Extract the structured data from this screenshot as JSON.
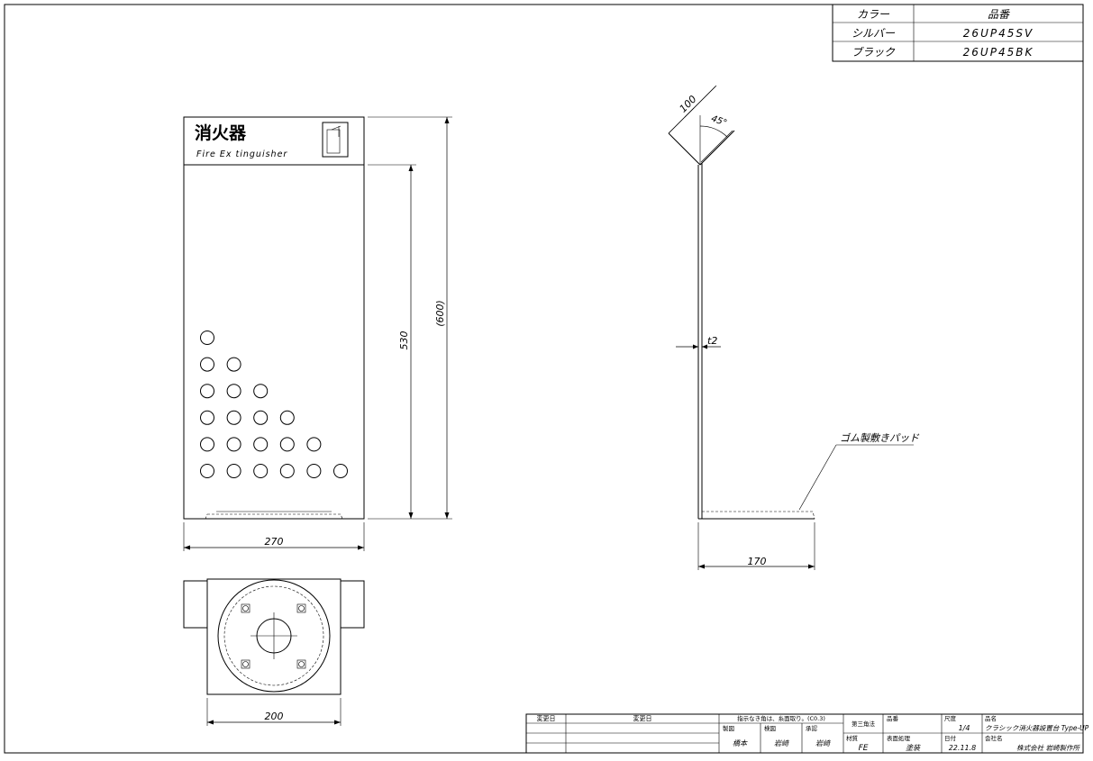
{
  "color_table": {
    "header_color": "カラー",
    "header_part": "品番",
    "rows": [
      {
        "color": "シルバー",
        "part": "26UP45SV"
      },
      {
        "color": "ブラック",
        "part": "26UP45BK"
      }
    ]
  },
  "front": {
    "title": "消火器",
    "subtitle": "Fire Ex tinguisher",
    "dim_width": "270",
    "dim_530": "530",
    "dim_600": "(600)"
  },
  "side": {
    "dim_100": "100",
    "dim_angle": "45°",
    "dim_t": "t2",
    "pad_label": "ゴム製敷きパッド",
    "dim_170": "170"
  },
  "bottom": {
    "dim_200": "200"
  },
  "title_block": {
    "change_date": "変更日",
    "change_note": "変更日",
    "tolerance_note": "指示なき角は、糸面取り。(C0.3)",
    "drawn_label": "製図",
    "checked_label": "検図",
    "approved_label": "承認",
    "drawn_by": "橋本",
    "checked_by": "岩崎",
    "approved_by": "岩崎",
    "projection": "第三角法",
    "material_label": "材質",
    "material": "FE",
    "part_no_label": "品番",
    "surface_label": "表面処理",
    "surface": "塗装",
    "scale_label": "尺度",
    "scale": "1/4",
    "date_label": "日付",
    "date": "22.11.8",
    "product_label": "品名",
    "product": "クラシック消火器設置台 Type-UP",
    "company_label": "会社名",
    "company": "株式会社 岩崎製作所"
  }
}
